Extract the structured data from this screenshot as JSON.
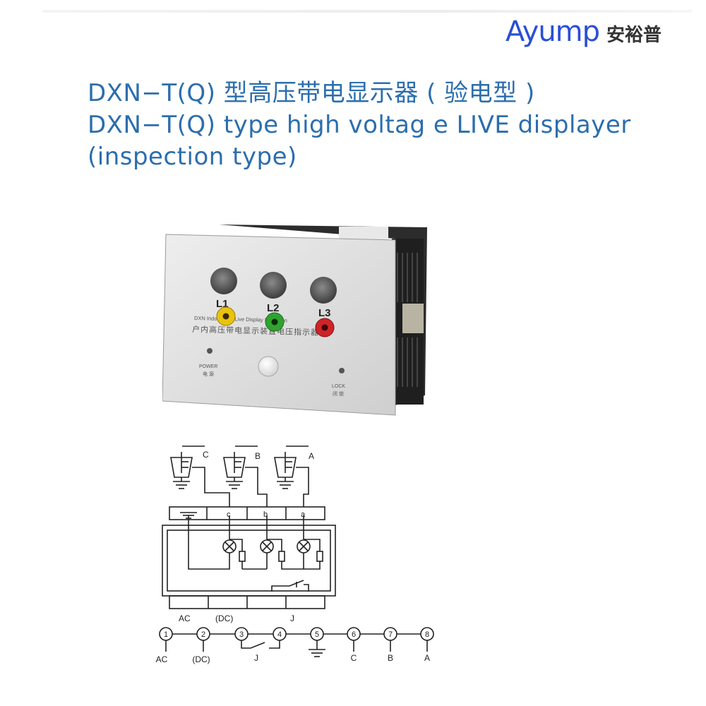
{
  "brand": {
    "latin": "Ayump",
    "cjk": "安裕普"
  },
  "title": {
    "line1": "DXN−T(Q) 型高压带电显示器 ( 验电型 )",
    "line2": "DXN−T(Q) type  high  voltag e  LIVE  displayer",
    "line3": "(inspection type)"
  },
  "device": {
    "indicators": [
      "L1",
      "L2",
      "L3"
    ],
    "socket_colors": [
      "#e9c30f",
      "#2fa32f",
      "#cf2328"
    ],
    "panel_text_en": "DXN  Indoor H.V. Live Display Indication",
    "panel_text_cn": "户内高压带电显示装置电压指示器",
    "power_label": "POWER",
    "power_label_cn": "电 源",
    "lock_label": "LOCK",
    "lock_label_cn": "闭 锁"
  },
  "diagram": {
    "phase_labels": [
      "C",
      "B",
      "A"
    ],
    "tap_labels": [
      "c",
      "b",
      "a"
    ],
    "supply_labels": {
      "ac": "AC",
      "dc": "(DC)",
      "j": "J"
    },
    "terminals": [
      "1",
      "2",
      "3",
      "4",
      "5",
      "6",
      "7",
      "8"
    ],
    "terminal_labels": {
      "t1": "AC",
      "t2": "(DC)",
      "t34": "J",
      "t6": "C",
      "t7": "B",
      "t8": "A"
    }
  }
}
